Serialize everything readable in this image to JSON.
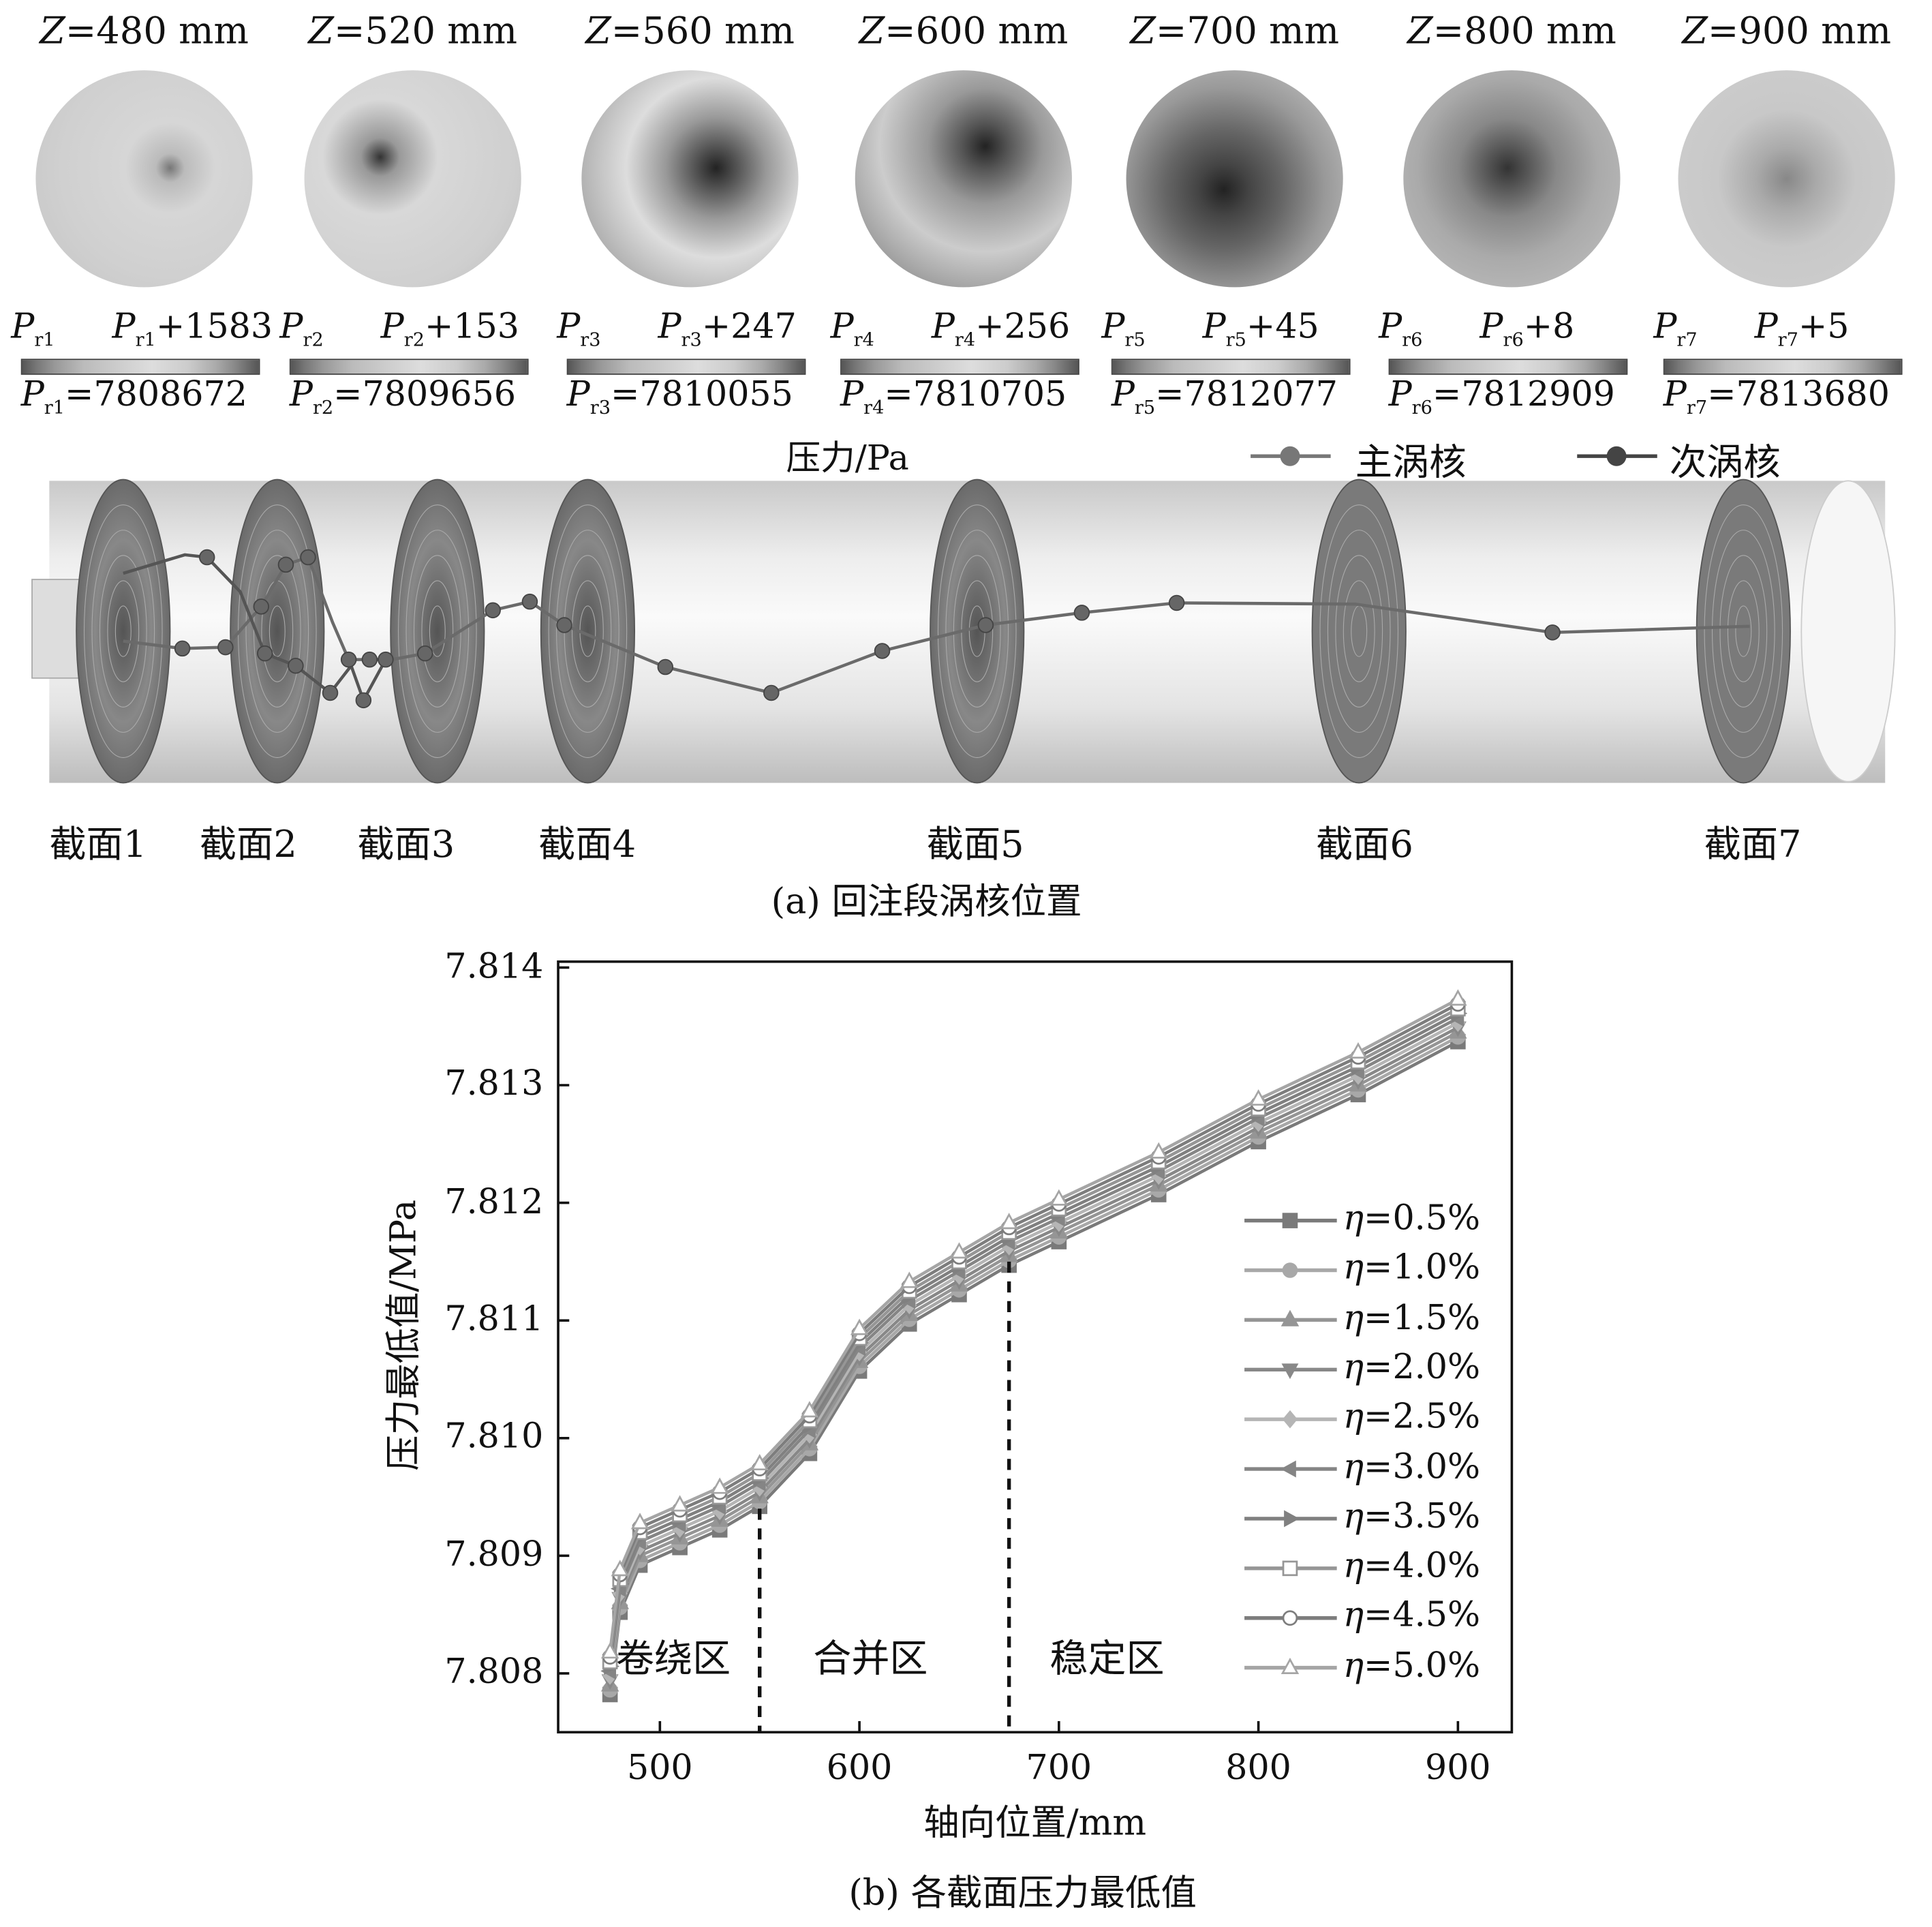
{
  "panel_a": {
    "sections": [
      {
        "z_var": "Z",
        "z_text": "=480 mm",
        "p": "P",
        "sub": "r1",
        "plus": "+1583",
        "eq": "=7808672"
      },
      {
        "z_var": "Z",
        "z_text": "=520 mm",
        "p": "P",
        "sub": "r2",
        "plus": "+153",
        "eq": "=7809656"
      },
      {
        "z_var": "Z",
        "z_text": "=560 mm",
        "p": "P",
        "sub": "r3",
        "plus": "+247",
        "eq": "=7810055"
      },
      {
        "z_var": "Z",
        "z_text": "=600 mm",
        "p": "P",
        "sub": "r4",
        "plus": "+256",
        "eq": "=7810705"
      },
      {
        "z_var": "Z",
        "z_text": "=700 mm",
        "p": "P",
        "sub": "r5",
        "plus": "+45",
        "eq": "=7812077"
      },
      {
        "z_var": "Z",
        "z_text": "=800 mm",
        "p": "P",
        "sub": "r6",
        "plus": "+8",
        "eq": "=7812909"
      },
      {
        "z_var": "Z",
        "z_text": "=900 mm",
        "p": "P",
        "sub": "r7",
        "plus": "+5",
        "eq": "=7813680"
      }
    ],
    "colorbar_title": "压力/Pa",
    "legend": {
      "main_core": "主涡核",
      "secondary_core": "次涡核"
    },
    "section_labels": [
      "截面1",
      "截面2",
      "截面3",
      "截面4",
      "截面5",
      "截面6",
      "截面7"
    ],
    "caption": "(a) 回注段涡核位置"
  },
  "chart_data": {
    "type": "line",
    "title": "",
    "caption": "(b) 各截面压力最低值",
    "xlabel": "轴向位置/mm",
    "ylabel": "压力最低值/MPa",
    "xlim": [
      449,
      927
    ],
    "ylim": [
      7.8075,
      7.81405
    ],
    "xticks": [
      500,
      600,
      700,
      800,
      900
    ],
    "yticks": [
      7.808,
      7.809,
      7.81,
      7.811,
      7.812,
      7.813,
      7.814
    ],
    "ytick_labels": [
      "7.808",
      "7.809",
      "7.810",
      "7.811",
      "7.812",
      "7.813",
      "7.814"
    ],
    "legend_position": "right",
    "legend_var": "η",
    "x": [
      475,
      480,
      490,
      510,
      530,
      550,
      575,
      600,
      625,
      650,
      675,
      700,
      750,
      800,
      850,
      900
    ],
    "series": [
      {
        "name": "=0.5%",
        "marker": "square",
        "color": "#7a7a7a",
        "values": [
          7.80782,
          7.80852,
          7.80892,
          7.80907,
          7.80922,
          7.80942,
          7.80987,
          7.81057,
          7.81097,
          7.81122,
          7.81147,
          7.81167,
          7.81207,
          7.81252,
          7.81292,
          7.81337
        ]
      },
      {
        "name": "=1.0%",
        "marker": "circle",
        "color": "#a8a8a8",
        "values": [
          7.80786,
          7.80856,
          7.80896,
          7.80911,
          7.80926,
          7.80946,
          7.80991,
          7.81061,
          7.81101,
          7.81126,
          7.81151,
          7.81171,
          7.81211,
          7.81256,
          7.81296,
          7.81341
        ]
      },
      {
        "name": "=1.5%",
        "marker": "triangle-up",
        "color": "#959595",
        "values": [
          7.8079,
          7.8086,
          7.809,
          7.80915,
          7.8093,
          7.8095,
          7.80995,
          7.81065,
          7.81105,
          7.8113,
          7.81155,
          7.81175,
          7.81215,
          7.8126,
          7.813,
          7.81345
        ]
      },
      {
        "name": "=2.0%",
        "marker": "triangle-down",
        "color": "#888888",
        "values": [
          7.80794,
          7.80864,
          7.80904,
          7.80919,
          7.80934,
          7.80954,
          7.80999,
          7.81069,
          7.81109,
          7.81134,
          7.81159,
          7.81179,
          7.81219,
          7.81264,
          7.81304,
          7.81349
        ]
      },
      {
        "name": "=2.5%",
        "marker": "diamond",
        "color": "#b5b5b5",
        "values": [
          7.80798,
          7.80868,
          7.80908,
          7.80923,
          7.80938,
          7.80958,
          7.81003,
          7.81073,
          7.81113,
          7.81138,
          7.81163,
          7.81183,
          7.81223,
          7.81268,
          7.81308,
          7.81353
        ]
      },
      {
        "name": "=3.0%",
        "marker": "triangle-left",
        "color": "#858585",
        "values": [
          7.80802,
          7.80872,
          7.80912,
          7.80927,
          7.80942,
          7.80962,
          7.81007,
          7.81077,
          7.81117,
          7.81142,
          7.81167,
          7.81187,
          7.81227,
          7.81272,
          7.81312,
          7.81357
        ]
      },
      {
        "name": "=3.5%",
        "marker": "triangle-right",
        "color": "#808080",
        "values": [
          7.80806,
          7.80876,
          7.80916,
          7.80931,
          7.80946,
          7.80966,
          7.81011,
          7.81081,
          7.81121,
          7.81146,
          7.81171,
          7.81191,
          7.81231,
          7.81276,
          7.81316,
          7.81361
        ]
      },
      {
        "name": "=4.0%",
        "marker": "square-open",
        "color": "#969696",
        "values": [
          7.8081,
          7.8088,
          7.8092,
          7.80935,
          7.8095,
          7.8097,
          7.81015,
          7.81085,
          7.81125,
          7.8115,
          7.81175,
          7.81195,
          7.81235,
          7.8128,
          7.8132,
          7.81365
        ]
      },
      {
        "name": "=4.5%",
        "marker": "circle-half",
        "color": "#7d7d7d",
        "values": [
          7.80814,
          7.80884,
          7.80924,
          7.80939,
          7.80954,
          7.80974,
          7.81019,
          7.81089,
          7.81129,
          7.81154,
          7.81179,
          7.81199,
          7.81239,
          7.81284,
          7.81324,
          7.81369
        ]
      },
      {
        "name": "=5.0%",
        "marker": "triangle-open",
        "color": "#a5a5a5",
        "values": [
          7.80818,
          7.80888,
          7.80928,
          7.80943,
          7.80958,
          7.80978,
          7.81023,
          7.81093,
          7.81133,
          7.81158,
          7.81183,
          7.81203,
          7.81243,
          7.81288,
          7.81328,
          7.81373
        ]
      }
    ],
    "zones": [
      {
        "label": "卷绕区",
        "boundary_x": 550
      },
      {
        "label": "合并区",
        "boundary_x": 675
      },
      {
        "label": "稳定区"
      }
    ]
  }
}
